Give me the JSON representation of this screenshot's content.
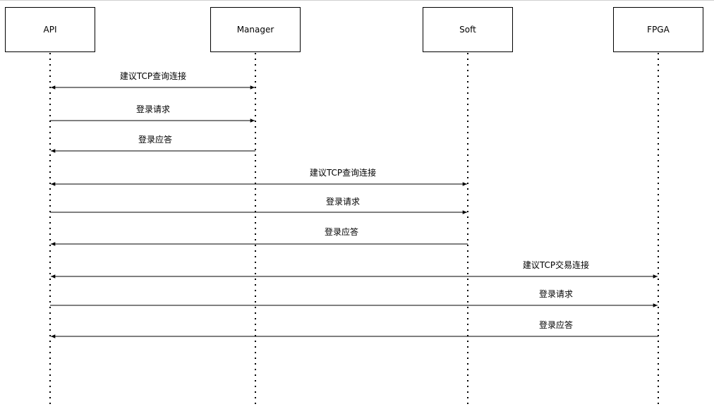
{
  "actors": [
    "API",
    "Manager",
    "Soft",
    "FPGA"
  ],
  "messages": [
    {
      "label": "建议TCP查询连接",
      "type": "bidirectional"
    },
    {
      "label": "登录请求",
      "type": "request"
    },
    {
      "label": "登录应答",
      "type": "response"
    },
    {
      "label": "建议TCP查询连接",
      "type": "bidirectional"
    },
    {
      "label": "登录请求",
      "type": "request"
    },
    {
      "label": "登录应答",
      "type": "response"
    },
    {
      "label": "建议TCP交易连接",
      "type": "bidirectional"
    },
    {
      "label": "登录请求",
      "type": "request"
    },
    {
      "label": "登录应答",
      "type": "response"
    }
  ]
}
